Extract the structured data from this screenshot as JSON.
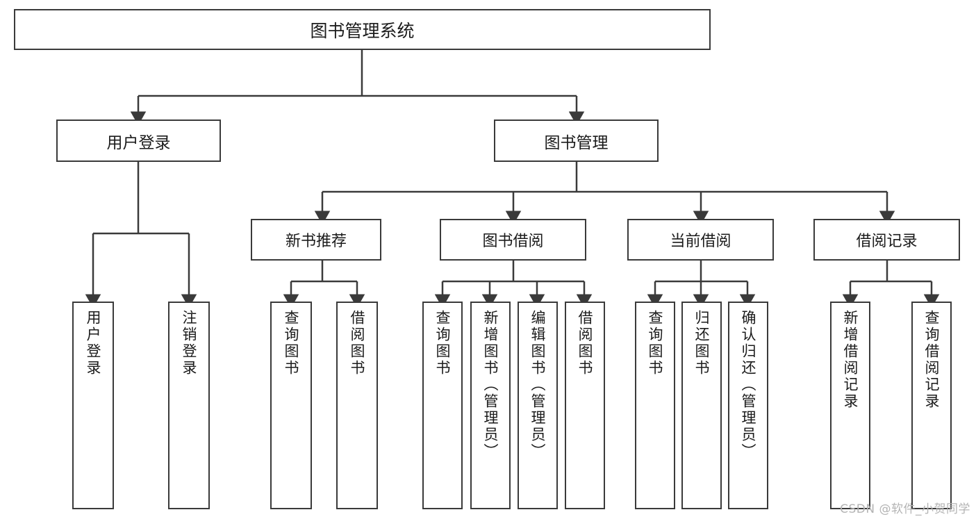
{
  "diagram": {
    "title": "图书管理系统",
    "watermark": "CSDN @软件_小贺同学",
    "root": {
      "label": "图书管理系统"
    },
    "level1": [
      {
        "label": "用户登录"
      },
      {
        "label": "图书管理"
      }
    ],
    "level2": [
      {
        "label": "新书推荐"
      },
      {
        "label": "图书借阅"
      },
      {
        "label": "当前借阅"
      },
      {
        "label": "借阅记录"
      }
    ],
    "leaves": {
      "user_login": [
        {
          "label": "用户登录"
        },
        {
          "label": "注销登录"
        }
      ],
      "new_book_recommend": [
        {
          "label": "查询图书"
        },
        {
          "label": "借阅图书"
        }
      ],
      "book_borrow": [
        {
          "label": "查询图书"
        },
        {
          "label": "新增图书（管理员）"
        },
        {
          "label": "编辑图书（管理员）"
        },
        {
          "label": "借阅图书"
        }
      ],
      "current_borrow": [
        {
          "label": "查询图书"
        },
        {
          "label": "归还图书"
        },
        {
          "label": "确认归还（管理员）"
        }
      ],
      "borrow_record": [
        {
          "label": "新增借阅记录"
        },
        {
          "label": "查询借阅记录"
        }
      ]
    },
    "colors": {
      "stroke": "#3a3a3a",
      "background": "#ffffff",
      "text": "#1b1b1b",
      "watermark": "#b4b4b4"
    }
  }
}
